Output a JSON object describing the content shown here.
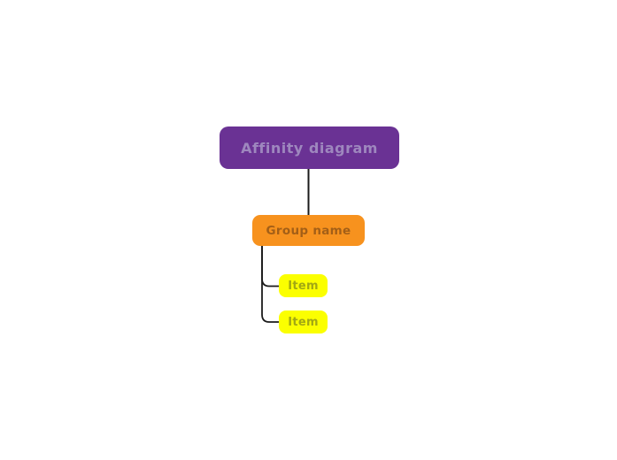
{
  "diagram": {
    "background": "#ffffff",
    "connector_color": "#1b1b1b",
    "root": {
      "label": "Affinity diagram",
      "fill": "#6A3294",
      "text_color": "#9E87BE"
    },
    "group": {
      "label": "Group name",
      "fill": "#F7921E",
      "text_color": "#A35F17"
    },
    "items": [
      {
        "label": "Item"
      },
      {
        "label": "Item"
      }
    ],
    "item_style": {
      "fill": "#FBFF00",
      "text_color": "#A2A813"
    }
  }
}
